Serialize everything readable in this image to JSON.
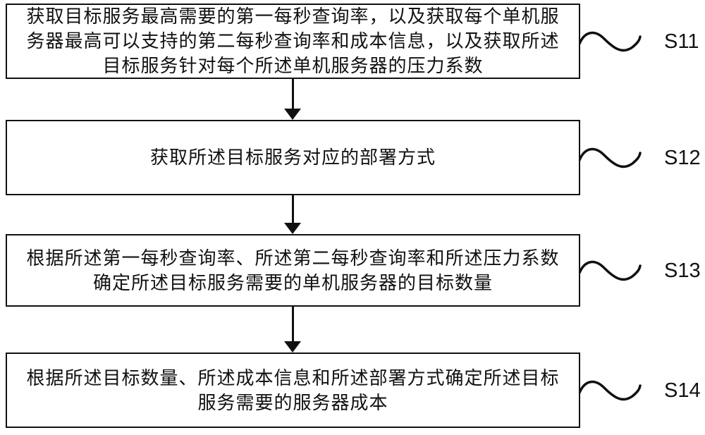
{
  "figure": {
    "type": "flowchart",
    "colors": {
      "stroke": "#111111",
      "text": "#111111",
      "background": "#ffffff"
    },
    "steps": [
      {
        "id": "S11",
        "lines": [
          "获取目标服务最高需要的第一每秒查询率，以及获取每个单机服",
          "务器最高可以支持的第二每秒查询率和成本信息，以及获取所述",
          "目标服务针对每个所述单机服务器的压力系数"
        ]
      },
      {
        "id": "S12",
        "lines": [
          "获取所述目标服务对应的部署方式"
        ]
      },
      {
        "id": "S13",
        "lines": [
          "根据所述第一每秒查询率、所述第二每秒查询率和所述压力系数",
          "确定所述目标服务需要的单机服务器的目标数量"
        ]
      },
      {
        "id": "S14",
        "lines": [
          "根据所述目标数量、所述成本信息和所述部署方式确定所述目标",
          "服务需要的服务器成本"
        ]
      }
    ]
  }
}
